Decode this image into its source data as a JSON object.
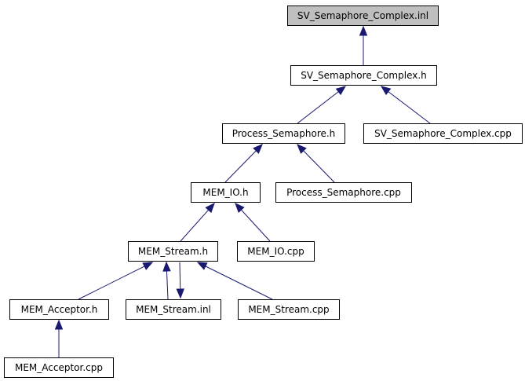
{
  "graph": {
    "type": "include-dependency-graph",
    "colors": {
      "root_fill": "#bfbfbf",
      "node_fill": "#ffffff",
      "node_border": "#000000",
      "edge": "#191970"
    },
    "nodes": [
      {
        "id": "sv_semaphore_complex_inl",
        "label": "SV_Semaphore_Complex.inl",
        "root": true
      },
      {
        "id": "sv_semaphore_complex_h",
        "label": "SV_Semaphore_Complex.h"
      },
      {
        "id": "process_semaphore_h",
        "label": "Process_Semaphore.h"
      },
      {
        "id": "sv_semaphore_complex_cpp",
        "label": "SV_Semaphore_Complex.cpp"
      },
      {
        "id": "mem_io_h",
        "label": "MEM_IO.h"
      },
      {
        "id": "process_semaphore_cpp",
        "label": "Process_Semaphore.cpp"
      },
      {
        "id": "mem_stream_h",
        "label": "MEM_Stream.h"
      },
      {
        "id": "mem_io_cpp",
        "label": "MEM_IO.cpp"
      },
      {
        "id": "mem_acceptor_h",
        "label": "MEM_Acceptor.h"
      },
      {
        "id": "mem_stream_inl",
        "label": "MEM_Stream.inl"
      },
      {
        "id": "mem_stream_cpp",
        "label": "MEM_Stream.cpp"
      },
      {
        "id": "mem_acceptor_cpp",
        "label": "MEM_Acceptor.cpp"
      }
    ],
    "edges": [
      {
        "from": "sv_semaphore_complex_h",
        "to": "sv_semaphore_complex_inl"
      },
      {
        "from": "process_semaphore_h",
        "to": "sv_semaphore_complex_h"
      },
      {
        "from": "sv_semaphore_complex_cpp",
        "to": "sv_semaphore_complex_h"
      },
      {
        "from": "mem_io_h",
        "to": "process_semaphore_h"
      },
      {
        "from": "process_semaphore_cpp",
        "to": "process_semaphore_h"
      },
      {
        "from": "mem_stream_h",
        "to": "mem_io_h"
      },
      {
        "from": "mem_io_cpp",
        "to": "mem_io_h"
      },
      {
        "from": "mem_acceptor_h",
        "to": "mem_stream_h"
      },
      {
        "from": "mem_stream_inl",
        "to": "mem_stream_h"
      },
      {
        "from": "mem_stream_h",
        "to": "mem_stream_inl"
      },
      {
        "from": "mem_stream_cpp",
        "to": "mem_stream_h"
      },
      {
        "from": "mem_acceptor_cpp",
        "to": "mem_acceptor_h"
      }
    ]
  }
}
